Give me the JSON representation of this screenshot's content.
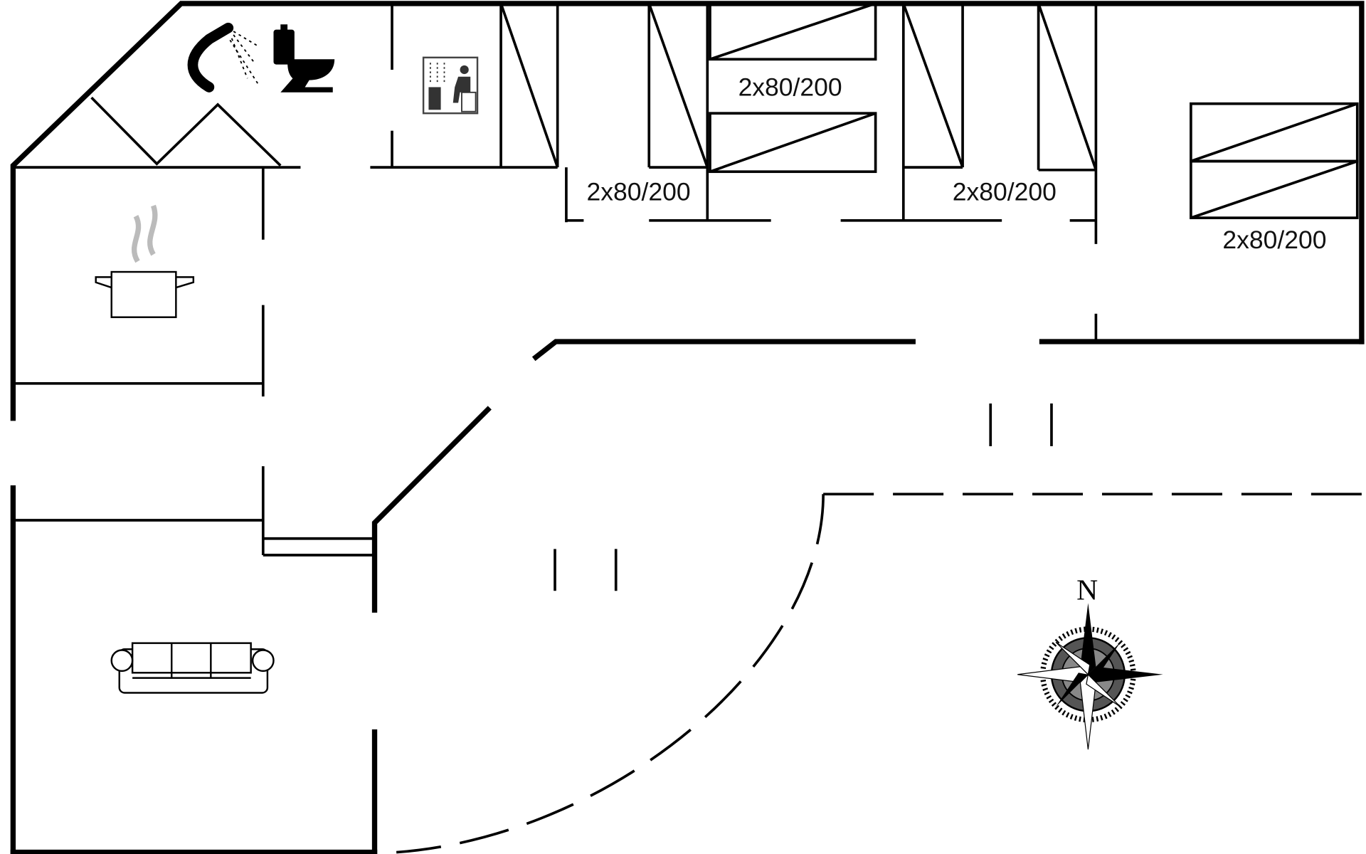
{
  "plan": {
    "bed_labels": [
      "2x80/200",
      "2x80/200",
      "2x80/200",
      "2x80/200"
    ],
    "compass_label": "N"
  },
  "colors": {
    "walls": "#000000",
    "background": "#ffffff",
    "steam": "#bbbbbb"
  }
}
